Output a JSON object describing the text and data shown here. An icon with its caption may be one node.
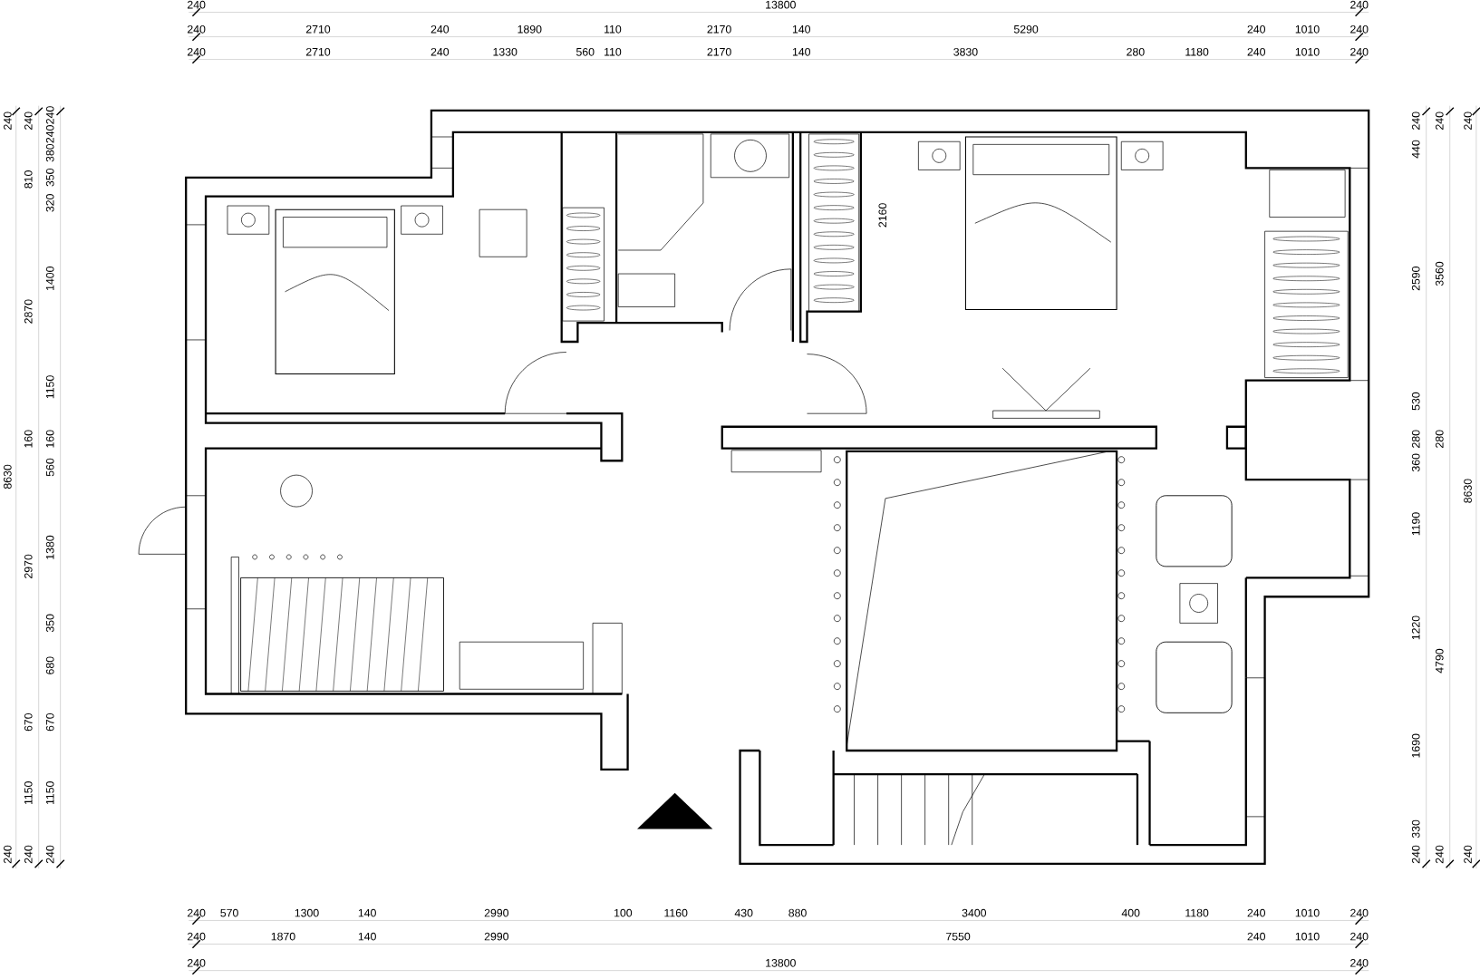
{
  "diagram": {
    "labels": [
      "240",
      "13800",
      "240",
      "240",
      "2710",
      "240",
      "1890",
      "110",
      "2170",
      "140",
      "5290",
      "240",
      "1010",
      "240",
      "240",
      "2710",
      "240",
      "1330",
      "560",
      "110",
      "2170",
      "140",
      "3830",
      "280",
      "1180",
      "240",
      "1010",
      "240",
      "240",
      "8630",
      "240",
      "240",
      "810",
      "2870",
      "160",
      "2970",
      "670",
      "1150",
      "240",
      "240",
      "240",
      "380",
      "350",
      "320",
      "1400",
      "1150",
      "160",
      "560",
      "1380",
      "350",
      "680",
      "670",
      "1150",
      "240",
      "2160",
      "240",
      "440",
      "2590",
      "530",
      "280",
      "360",
      "1190",
      "1220",
      "1690",
      "330",
      "240",
      "240",
      "3560",
      "280",
      "4790",
      "240",
      "240",
      "8630",
      "240",
      "240",
      "570",
      "1300",
      "140",
      "2990",
      "100",
      "1160",
      "430",
      "880",
      "3400",
      "400",
      "1180",
      "240",
      "1010",
      "240",
      "240",
      "1870",
      "140",
      "2990",
      "7550",
      "240",
      "1010",
      "240",
      "240",
      "13800",
      "240"
    ]
  }
}
